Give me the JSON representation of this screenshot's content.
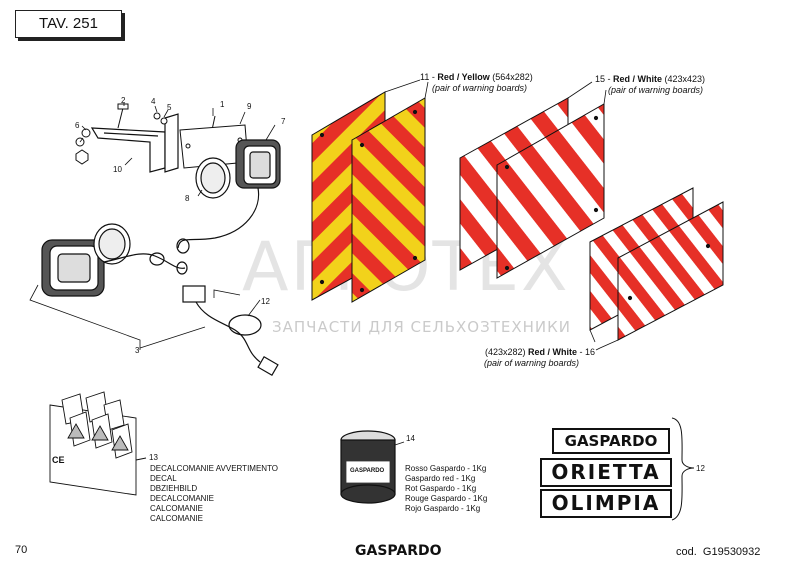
{
  "header": {
    "table_ref": "TAV. 251"
  },
  "parts": {
    "n1": "1",
    "n2": "2",
    "n3": "3",
    "n4": "4",
    "n5": "5",
    "n6": "6",
    "n7": "7",
    "n8": "8",
    "n9": "9",
    "n10": "10",
    "n12": "12",
    "n13": "13",
    "n14": "14"
  },
  "board_11": {
    "prefix": "11 - ",
    "name": "Red / Yellow",
    "size": " (564x282)",
    "note": "(pair of warning boards)"
  },
  "board_15": {
    "prefix": "15 - ",
    "name": "Red / White",
    "size": " (423x423)",
    "note": "(pair of warning boards)"
  },
  "board_16": {
    "size": "(423x282) ",
    "name": "Red / White",
    "suffix": " - 16",
    "note": "(pair of warning boards)"
  },
  "decals": {
    "ce_mark": "CE",
    "lines": [
      "DECALCOMANIE AVVERTIMENTO",
      "DECAL",
      "DBZIEHBILD",
      "DECALCOMANIE",
      "CALCOMANIE",
      "CALCOMANIE"
    ]
  },
  "paint": {
    "can_label": "GASPARDO",
    "lines": [
      "Rosso Gaspardo - 1Kg",
      "Gaspardo red - 1Kg",
      "Rot Gaspardo - 1Kg",
      "Rouge Gaspardo - 1Kg",
      "Rojo Gaspardo - 1Kg"
    ]
  },
  "brand_decals": {
    "items": [
      "GASPARDO",
      "ORIETTA",
      "OLIMPIA"
    ],
    "ref": "12"
  },
  "watermark": {
    "logo": "АГРОТЕХ",
    "tagline": "ЗАПЧАСТИ ДЛЯ СЕЛЬХОЗТЕХНИКИ"
  },
  "footer": {
    "page": "70",
    "brand": "GASPARDO",
    "code": "cod.  G19530932"
  },
  "colors": {
    "red": "#e63027",
    "yellow": "#f2d21b",
    "white": "#ffffff",
    "ink": "#111111"
  }
}
